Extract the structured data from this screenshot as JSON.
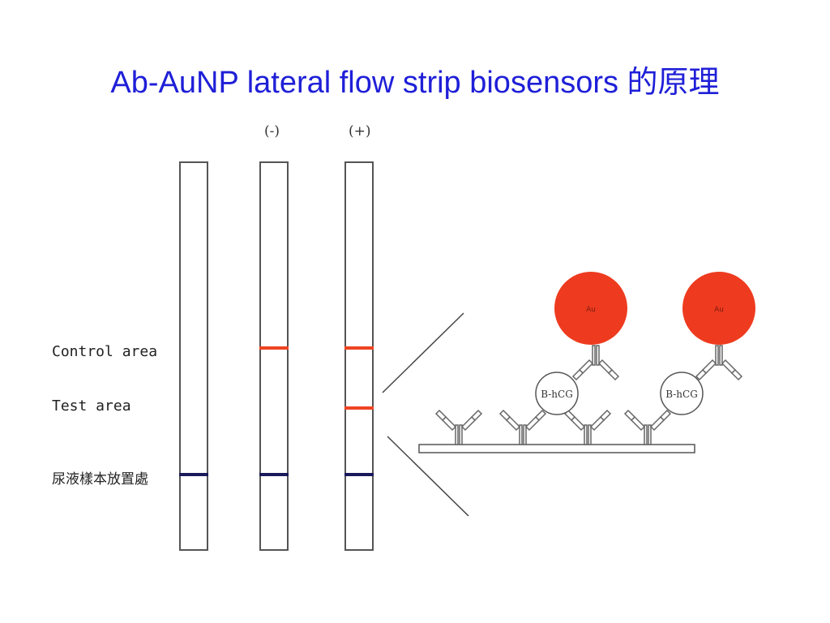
{
  "title": "Ab-AuNP lateral flow strip biosensors 的原理",
  "strips": {
    "negative_label": "(-)",
    "positive_label": "(+)"
  },
  "labels": {
    "control_area": "Control area",
    "test_area": "Test area",
    "sample_area": "尿液樣本放置處"
  },
  "molecules": {
    "gold_label": "Au",
    "antigen_label": "B-hCG"
  },
  "colors": {
    "title": "#1f1fd8",
    "line_red": "#ee4422",
    "line_navy": "#1a1a5a",
    "gold": "#ee3b1f"
  }
}
